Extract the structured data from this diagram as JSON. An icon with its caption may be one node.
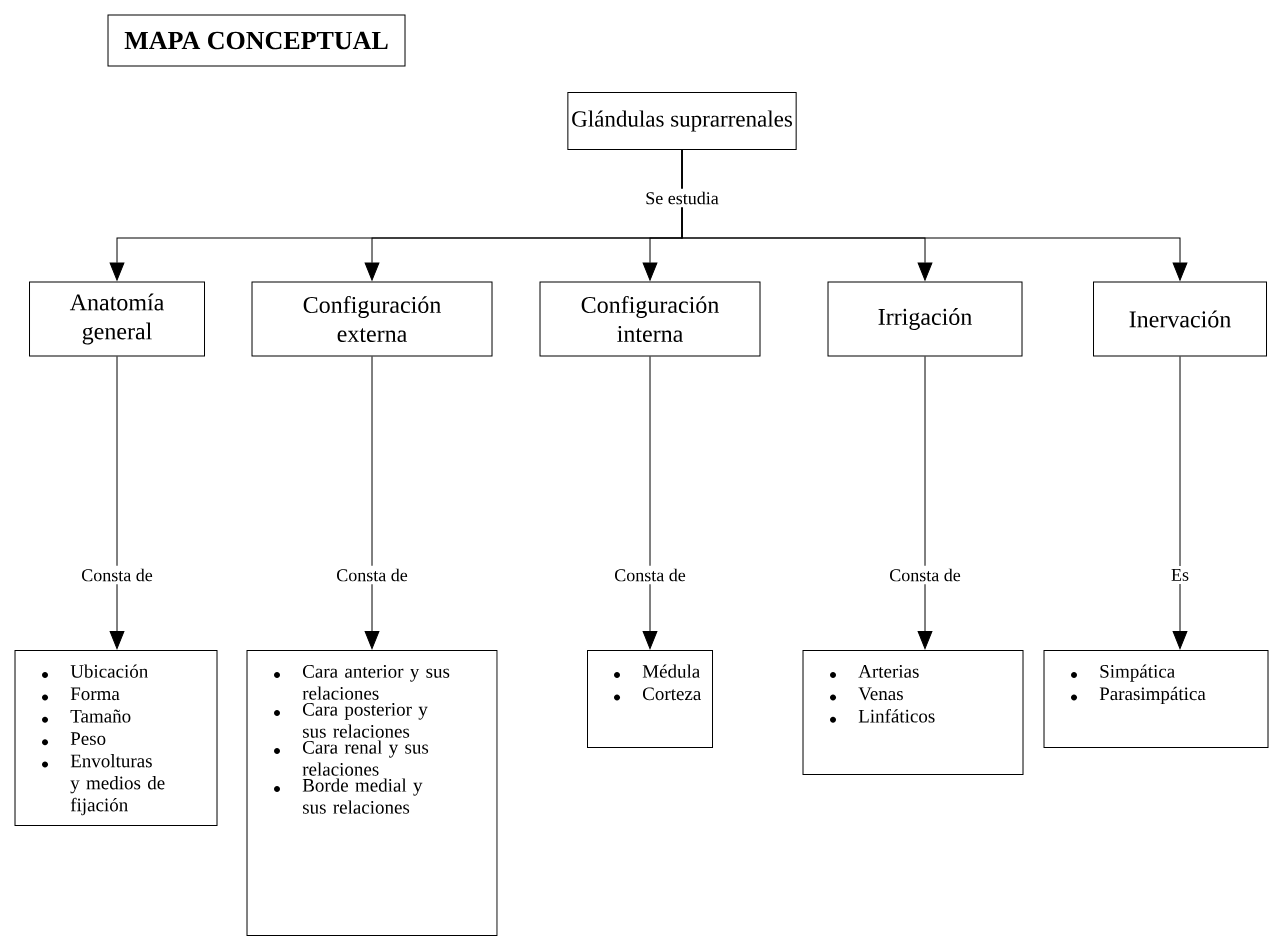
{
  "diagram": {
    "nodes": [
      {
        "text": [
          "MAPA CONCEPTUAL"
        ]
      },
      {
        "text": [
          "Glándulas suprarrenales"
        ]
      },
      {
        "text": [
          "Anatomía general"
        ]
      },
      {
        "text": [
          "Configuración externa"
        ]
      },
      {
        "text": [
          "Configuración interna"
        ]
      },
      {
        "text": [
          "Irrigación"
        ]
      },
      {
        "text": [
          "Inervación"
        ]
      },
      {
        "text": [
          "Ubicación",
          "Forma",
          "Tamaño",
          "Peso",
          "Envolturas y medios de fijación"
        ]
      },
      {
        "text": [
          "Cara anterior y sus relaciones",
          "Cara posterior y sus relaciones",
          "Cara renal y sus relaciones",
          "Borde medial y sus relaciones"
        ]
      },
      {
        "text": [
          "Médula",
          "Corteza"
        ]
      },
      {
        "text": [
          "Arterias",
          "Venas",
          "Linfáticos"
        ]
      },
      {
        "text": [
          "Simpática",
          "Parasimpática"
        ]
      }
    ],
    "edges": [
      {
        "from": 1,
        "to": 2,
        "arrow": "to",
        "label": "Se estudia"
      },
      {
        "from": 1,
        "to": 3,
        "arrow": "to"
      },
      {
        "from": 1,
        "to": 4,
        "arrow": "to"
      },
      {
        "from": 1,
        "to": 5,
        "arrow": "to"
      },
      {
        "from": 1,
        "to": 6,
        "arrow": "to"
      },
      {
        "from": 2,
        "to": 7,
        "arrow": "to",
        "label": "Consta de"
      },
      {
        "from": 3,
        "to": 8,
        "arrow": "to",
        "label": "Consta de"
      },
      {
        "from": 4,
        "to": 9,
        "arrow": "to",
        "label": "Consta de"
      },
      {
        "from": 5,
        "to": 10,
        "arrow": "to",
        "label": "Consta de"
      },
      {
        "from": 6,
        "to": 11,
        "arrow": "to",
        "label": "Es"
      }
    ]
  }
}
